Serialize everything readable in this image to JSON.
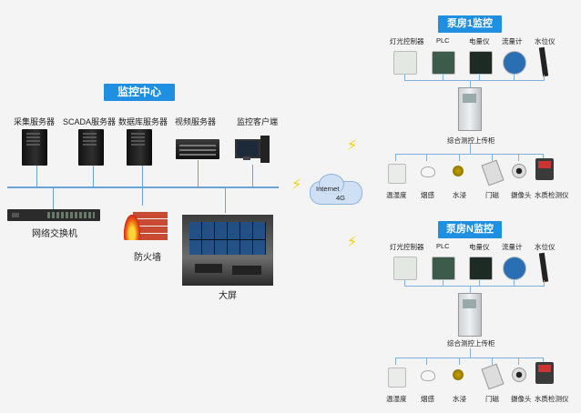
{
  "center": {
    "title": "监控中心",
    "servers": [
      "采集服务器",
      "SCADA服务器",
      "数据库服务器",
      "视频服务器",
      "监控客户端"
    ],
    "switch_label": "网络交换机",
    "firewall_label": "防火墙",
    "screen_label": "大屏"
  },
  "cloud": {
    "line1": "Internet",
    "line2": "4G"
  },
  "stations": [
    {
      "title": "泵房1监控",
      "devices": [
        "灯光控制器",
        "PLC",
        "电量仪",
        "流量计",
        "水位仪"
      ],
      "cabinet": "综合测控上传柜",
      "sensors": [
        "温湿度",
        "烟感",
        "水浸",
        "门磁",
        "摄像头",
        "水质检测仪"
      ]
    },
    {
      "title": "泵房N监控",
      "devices": [
        "灯光控制器",
        "PLC",
        "电量仪",
        "流量计",
        "水位仪"
      ],
      "cabinet": "综合测控上传柜",
      "sensors": [
        "温湿度",
        "烟感",
        "水浸",
        "门磁",
        "摄像头",
        "水质检测仪"
      ]
    }
  ],
  "colors": {
    "header_bg": "#1e8fe1",
    "line": "#6aa3d8",
    "bolt": "#f3d000",
    "firewall": "#c94a32"
  }
}
